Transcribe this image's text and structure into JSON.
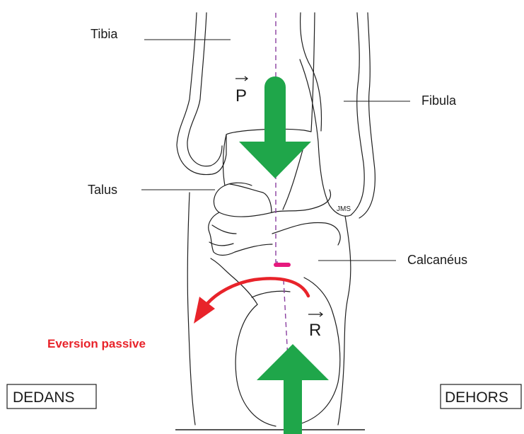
{
  "labels": {
    "tibia": "Tibia",
    "fibula": "Fibula",
    "talus": "Talus",
    "calcaneus": "Calcanéus",
    "jms": "JMS",
    "vector_p": "P",
    "vector_r": "R",
    "eversion": "Eversion passive",
    "dedans": "DEDANS",
    "dehors": "DEHORS"
  },
  "colors": {
    "force_arrow": "#1fa64a",
    "rotation_arrow": "#e8232a",
    "axis_line": "#8a3fa0",
    "offset_marker": "#e6197d",
    "outline": "#1e1e1e"
  }
}
